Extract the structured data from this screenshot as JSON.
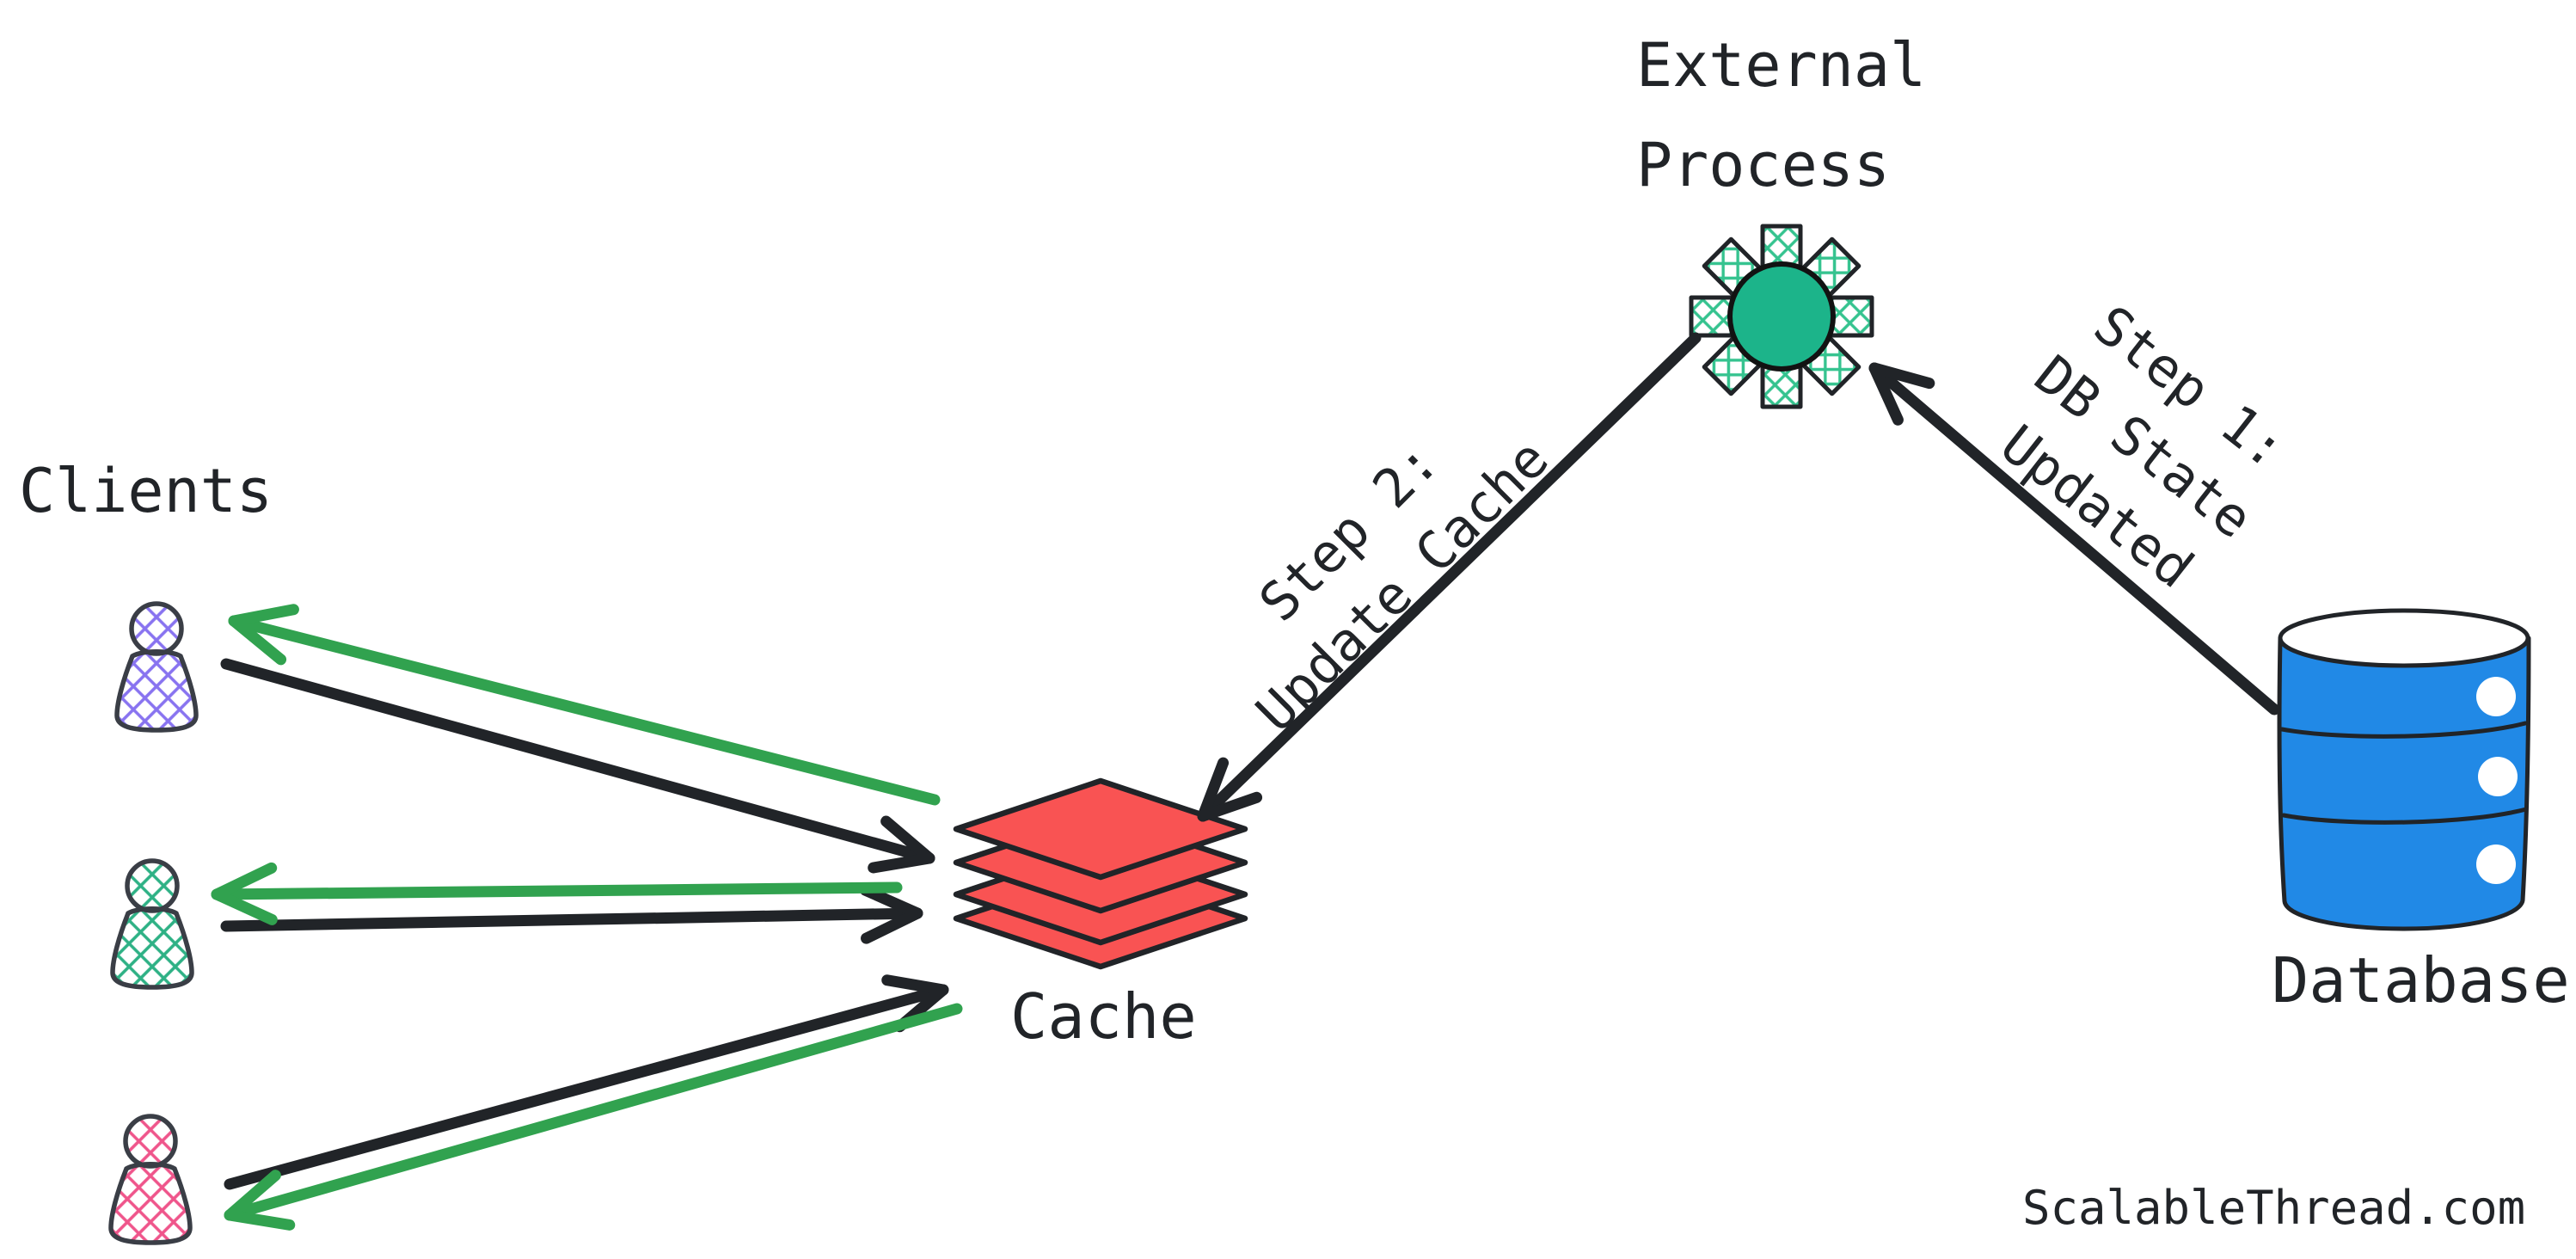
{
  "colors": {
    "ink": "#212428",
    "arrow_green": "#31a24f",
    "cache_red": "#f95353",
    "db_blue": "#2189e6",
    "gear_fill": "#1cb48a",
    "gear_hatch": "#35c38f",
    "pawn_outline": "#3a3e46",
    "pawn_purple": "#8873f0",
    "pawn_teal": "#2eb185",
    "pawn_pink": "#ef558b"
  },
  "nodes": {
    "clients": {
      "label": "Clients"
    },
    "external_process": {
      "line1": "External",
      "line2": "Process"
    },
    "cache": {
      "label": "Cache"
    },
    "database": {
      "label": "Database"
    }
  },
  "edges": {
    "step1": {
      "line1": "Step 1:",
      "line2": "DB State",
      "line3": "Updated"
    },
    "step2": {
      "line1": "Step 2:",
      "line2": "Update Cache"
    }
  },
  "icons": {
    "clients": "person-pawn-icon",
    "cache": "layer-stack-icon",
    "external_process": "gear-icon",
    "database": "database-cylinder-icon"
  },
  "watermark": "ScalableThread.com"
}
